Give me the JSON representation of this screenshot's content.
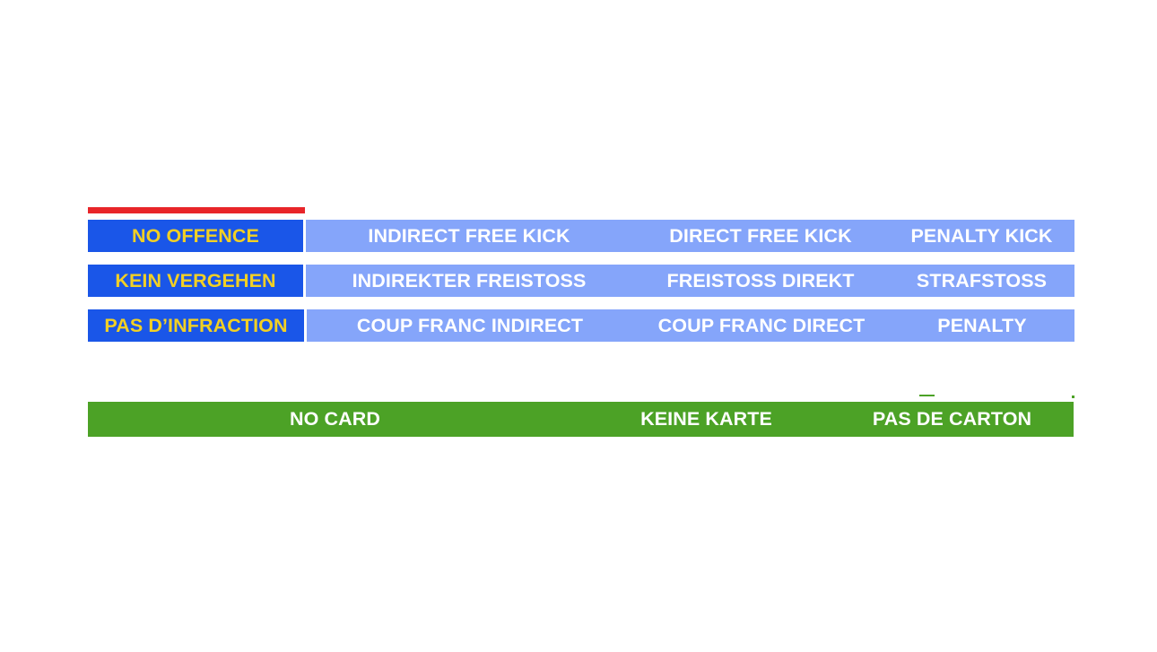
{
  "slide": {
    "accent_rule_color": "#E8252A",
    "label_cell_bg": "#1A56E8",
    "label_cell_text_color": "#F2D024",
    "option_cell_bg": "#85A5FA",
    "option_cell_text_color": "#FFFFFF",
    "card_bar_bg": "#4CA226",
    "card_bar_text_color": "#FFFFFF",
    "background": "#FFFFFF"
  },
  "offence_table": {
    "rows": [
      {
        "language": "en",
        "label": "NO OFFENCE",
        "options": [
          "INDIRECT FREE KICK",
          "DIRECT FREE KICK",
          "PENALTY KICK"
        ]
      },
      {
        "language": "de",
        "label": "KEIN VERGEHEN",
        "options": [
          "INDIREKTER FREISTOSS",
          "FREISTOSS DIREKT",
          "STRAFSTOSS"
        ]
      },
      {
        "language": "fr",
        "label": "PAS D’INFRACTION",
        "options": [
          "COUP FRANC INDIRECT",
          "COUP FRANC DIRECT",
          "PENALTY"
        ]
      }
    ]
  },
  "card_bar": {
    "cells": [
      "NO CARD",
      "KEINE KARTE",
      "PAS DE CARTON"
    ]
  }
}
